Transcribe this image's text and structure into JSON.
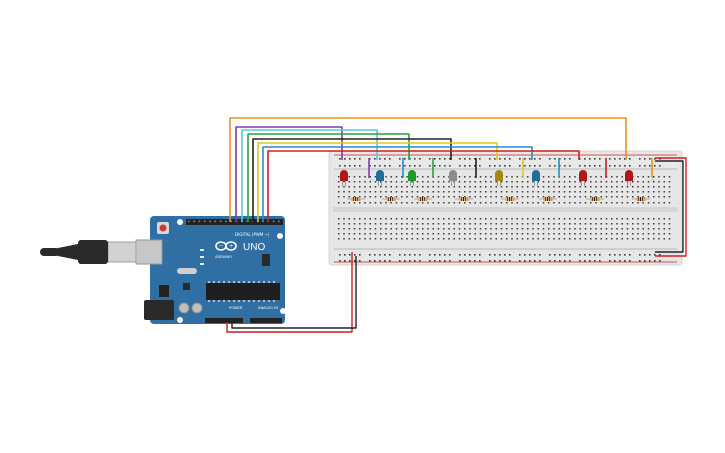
{
  "board": {
    "logo_text": "UNO",
    "brand_text": "ARDUINO",
    "digital_label": "DIGITAL (PWM ~)",
    "power_label": "POWER",
    "analog_label": "ANALOG IN",
    "color": "#2f6fa3"
  },
  "breadboard": {
    "color": "#e6e6e6",
    "power_rail_colors": {
      "positive": "#cc2222",
      "negative": "#222222"
    }
  },
  "leds": [
    {
      "name": "led-1",
      "color": "#b01818"
    },
    {
      "name": "led-2",
      "color": "#1d6f9a"
    },
    {
      "name": "led-3",
      "color": "#1c9a2e"
    },
    {
      "name": "led-4",
      "color": "#8c8c8c"
    },
    {
      "name": "led-5",
      "color": "#a08a12"
    },
    {
      "name": "led-6",
      "color": "#1d6f9a"
    },
    {
      "name": "led-7",
      "color": "#b01818"
    },
    {
      "name": "led-8",
      "color": "#b01818"
    }
  ],
  "wires": [
    {
      "name": "wire-orange",
      "color": "#f0901a"
    },
    {
      "name": "wire-purple",
      "color": "#7a3fb0"
    },
    {
      "name": "wire-cyan",
      "color": "#5ac8e0"
    },
    {
      "name": "wire-green",
      "color": "#27a33a"
    },
    {
      "name": "wire-black",
      "color": "#222222"
    },
    {
      "name": "wire-yellow",
      "color": "#e2c81a"
    },
    {
      "name": "wire-blue",
      "color": "#1e90d0"
    },
    {
      "name": "wire-red",
      "color": "#d01e1e"
    }
  ],
  "cable": {
    "color": "#2a2a2a"
  }
}
